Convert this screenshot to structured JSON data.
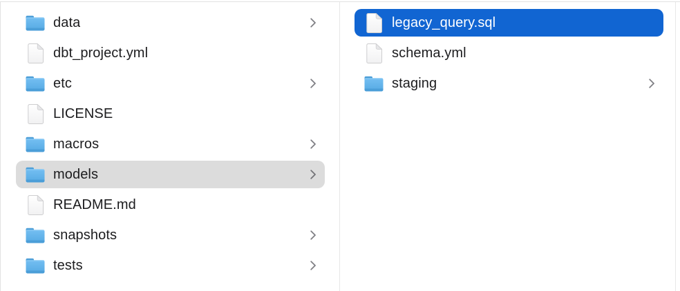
{
  "app": "finder-column-view",
  "colors": {
    "selection_primary": "#1165d2",
    "selection_secondary": "#dcdcdc",
    "divider": "#e7e7e7",
    "text": "#1c1c1e",
    "text_selected": "#ffffff",
    "chevron": "#7f7f84",
    "folder_blue_top": "#74bff2",
    "folder_blue_bottom": "#55a9e3"
  },
  "columns": [
    {
      "name": "left-column",
      "items": [
        {
          "label": "data",
          "type": "folder",
          "icon": "folder-icon",
          "chevron": true,
          "selected": "none"
        },
        {
          "label": "dbt_project.yml",
          "type": "file",
          "icon": "document-icon",
          "chevron": false,
          "selected": "none"
        },
        {
          "label": "etc",
          "type": "folder",
          "icon": "folder-icon",
          "chevron": true,
          "selected": "none"
        },
        {
          "label": "LICENSE",
          "type": "file",
          "icon": "document-icon",
          "chevron": false,
          "selected": "none"
        },
        {
          "label": "macros",
          "type": "folder",
          "icon": "folder-icon",
          "chevron": true,
          "selected": "none"
        },
        {
          "label": "models",
          "type": "folder",
          "icon": "folder-icon",
          "chevron": true,
          "selected": "secondary"
        },
        {
          "label": "README.md",
          "type": "file",
          "icon": "document-icon",
          "chevron": false,
          "selected": "none"
        },
        {
          "label": "snapshots",
          "type": "folder",
          "icon": "folder-icon",
          "chevron": true,
          "selected": "none"
        },
        {
          "label": "tests",
          "type": "folder",
          "icon": "folder-icon",
          "chevron": true,
          "selected": "none"
        }
      ]
    },
    {
      "name": "right-column",
      "items": [
        {
          "label": "legacy_query.sql",
          "type": "file",
          "icon": "document-icon",
          "chevron": false,
          "selected": "primary"
        },
        {
          "label": "schema.yml",
          "type": "file",
          "icon": "document-icon",
          "chevron": false,
          "selected": "none"
        },
        {
          "label": "staging",
          "type": "folder",
          "icon": "folder-icon",
          "chevron": true,
          "selected": "none"
        }
      ]
    }
  ]
}
